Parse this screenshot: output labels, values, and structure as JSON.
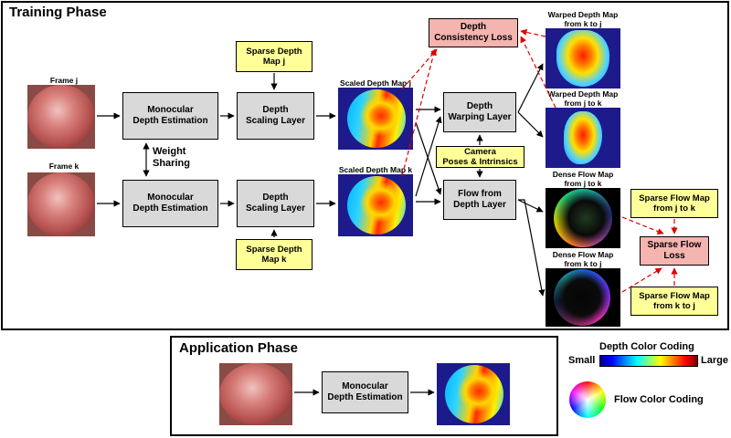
{
  "training": {
    "title": "Training Phase",
    "frame_j": "Frame j",
    "frame_k": "Frame k",
    "mono_j": "Monocular\nDepth Estimation",
    "mono_k": "Monocular\nDepth Estimation",
    "weight_sharing": "Weight\nSharing",
    "sparse_depth_j": "Sparse Depth\nMap j",
    "sparse_depth_k": "Sparse Depth\nMap k",
    "scaling_j": "Depth\nScaling Layer",
    "scaling_k": "Depth\nScaling Layer",
    "scaled_j": "Scaled Depth Map j",
    "scaled_k": "Scaled Depth Map k",
    "warping": "Depth\nWarping Layer",
    "camera": "Camera\nPoses & Intrinsics",
    "flow_layer": "Flow from\nDepth Layer",
    "consistency_loss": "Depth\nConsistency Loss",
    "warped_kj": "Warped Depth Map\nfrom k to j",
    "warped_jk": "Warped Depth Map\nfrom j to k",
    "dense_jk": "Dense Flow Map\nfrom j to k",
    "dense_kj": "Dense Flow Map\nfrom k to j",
    "sparse_flow_jk": "Sparse Flow Map\nfrom j to k",
    "sparse_flow_kj": "Sparse Flow Map\nfrom k to j",
    "sparse_flow_loss": "Sparse Flow\nLoss"
  },
  "application": {
    "title": "Application Phase",
    "mono": "Monocular\nDepth Estimation"
  },
  "legend": {
    "depth_title": "Depth Color Coding",
    "small": "Small",
    "large": "Large",
    "flow": "Flow Color Coding"
  },
  "colors": {
    "process_fill": "#d9d9d9",
    "input_fill": "#ffff99",
    "loss_fill": "#f4b4b0",
    "loss_arrow": "#e00000"
  }
}
